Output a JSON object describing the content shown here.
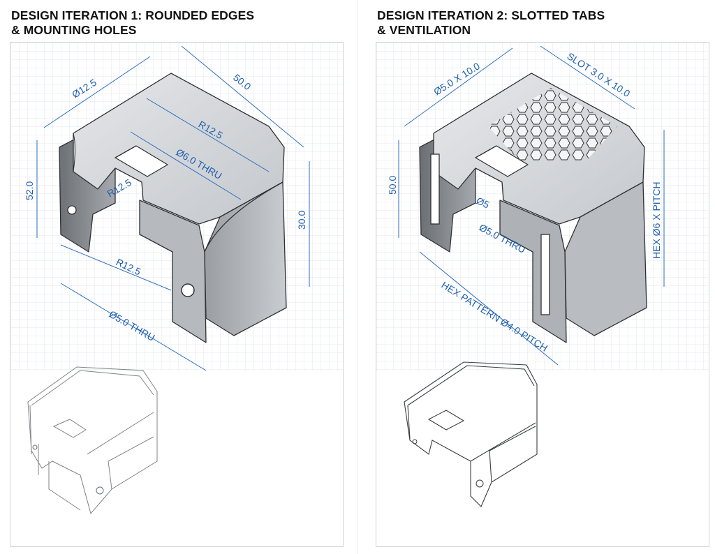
{
  "panels": [
    {
      "title_line1": "DESIGN ITERATION 1: ROUNDED EDGES",
      "title_line2": "& MOUNTING HOLES",
      "dims": {
        "d_top": "Ø12.5",
        "width": "50.0",
        "r_inner": "R12.5",
        "hole_thru": "Ø6.0 THRU",
        "r_slot": "R12.5",
        "height_left": "52.0",
        "height_right": "30.0",
        "r_bottom": "R12.5",
        "hole_bottom": "Ø5.0 THRU"
      }
    },
    {
      "title_line1": "DESIGN ITERATION 2: SLOTTED TABS",
      "title_line2": "& VENTILATION",
      "dims": {
        "d_top": "Ø5.0 X 10.0",
        "slot": "SLOT 3.0 X 10.0",
        "height_left": "50.0",
        "d_small": "Ø5",
        "hole_thru": "Ø5.0 THRU",
        "hex_pitch": "HEX PATTERN  Ø4.0 PITCH",
        "hex_right": "HEX Ø6 X PITCH"
      }
    }
  ],
  "colors": {
    "dimension": "#1f5fae",
    "grid": "#dfe4ea",
    "part_face": "#cfd2d6",
    "part_side": "#8e9297"
  }
}
